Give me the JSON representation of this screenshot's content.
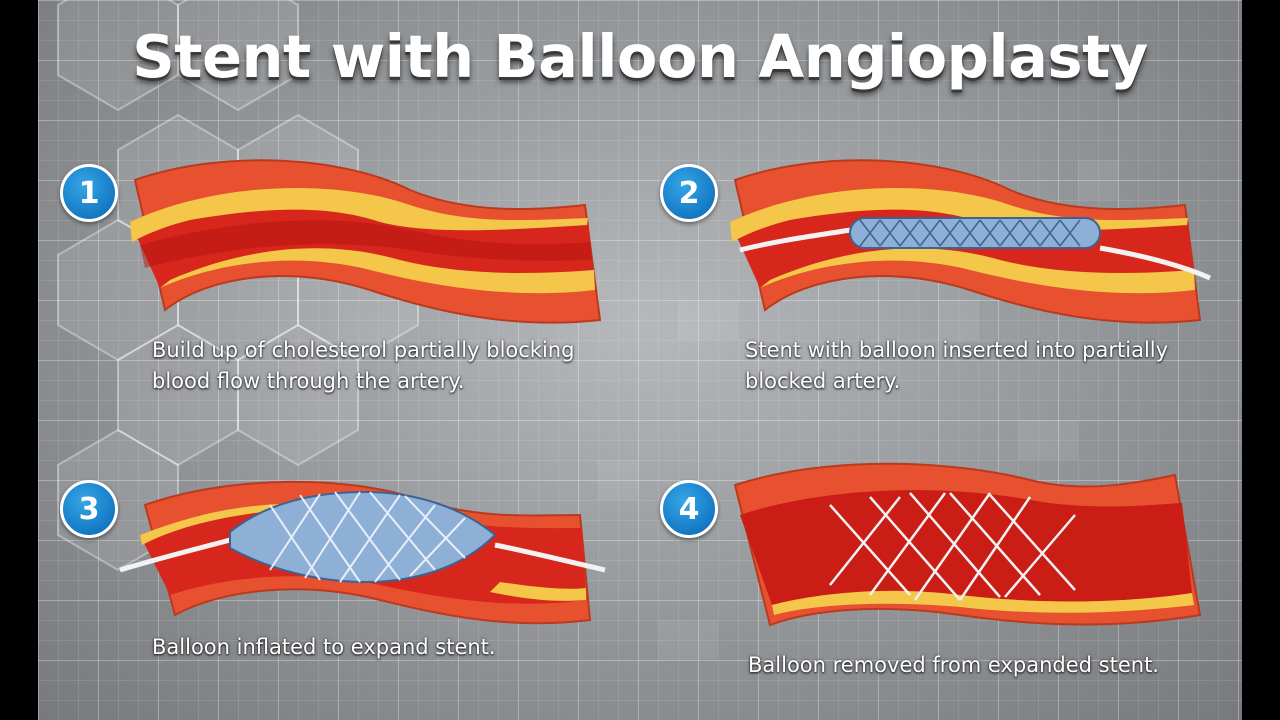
{
  "title": "Stent with Balloon Angioplasty",
  "steps": [
    {
      "number": "1",
      "caption": "Build up of cholesterol partially blocking blood flow through the artery."
    },
    {
      "number": "2",
      "caption": "Stent with balloon inserted into partially blocked artery."
    },
    {
      "number": "3",
      "caption": "Balloon inflated to expand stent."
    },
    {
      "number": "4",
      "caption": "Balloon removed from expanded stent."
    }
  ],
  "colors": {
    "badge": "#1479c4",
    "artery_wall": "#e8512f",
    "lumen": "#d7261c",
    "plaque": "#f4c64a",
    "stent": "#8fb0d6"
  }
}
